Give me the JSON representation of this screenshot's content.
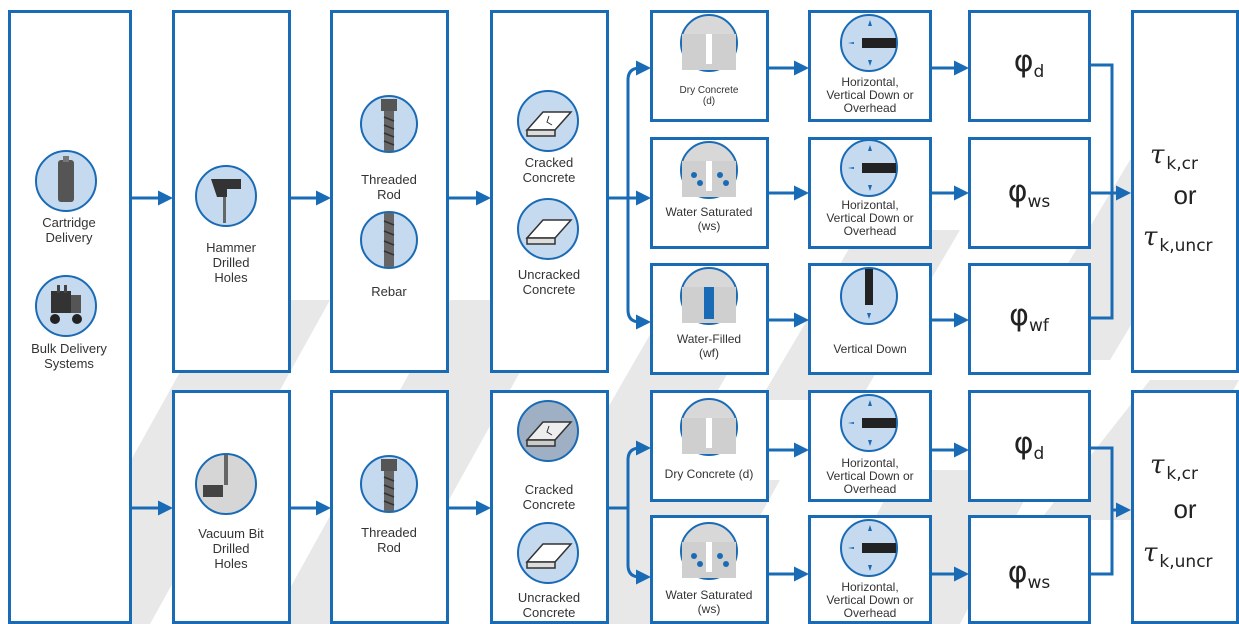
{
  "colors": {
    "stroke": "#1a6bb5",
    "icon_fill": "#c5d9ef",
    "icon_stroke": "#1a6bb5",
    "watermark": "#e5e5e5"
  },
  "delivery": {
    "cartridge": "Cartridge Delivery",
    "bulk": "Bulk Delivery Systems"
  },
  "drilling": {
    "hammer": "Hammer Drilled Holes",
    "vacuum": "Vacuum Bit Drilled Holes"
  },
  "element": {
    "top_threaded": "Threaded Rod",
    "top_rebar": "Rebar",
    "bottom_threaded": "Threaded Rod"
  },
  "concrete": {
    "cracked": "Cracked Concrete",
    "uncracked": "Uncracked Concrete"
  },
  "condition": {
    "top_dry": "Dry Concrete (d)",
    "top_ws": "Water Saturated (ws)",
    "top_wf": "Water-Filled (wf)",
    "bot_dry": "Dry Concrete (d)",
    "bot_ws": "Water Saturated (ws)"
  },
  "orientation": {
    "all": "Horizontal, Vertical Down or Overhead",
    "down": "Vertical Down"
  },
  "phi": {
    "symbol": "φ",
    "d": "d",
    "ws": "ws",
    "wf": "wf"
  },
  "tau": {
    "symbol": "τ",
    "cr": "k,cr",
    "or": "or",
    "uncr": "k,uncr"
  }
}
